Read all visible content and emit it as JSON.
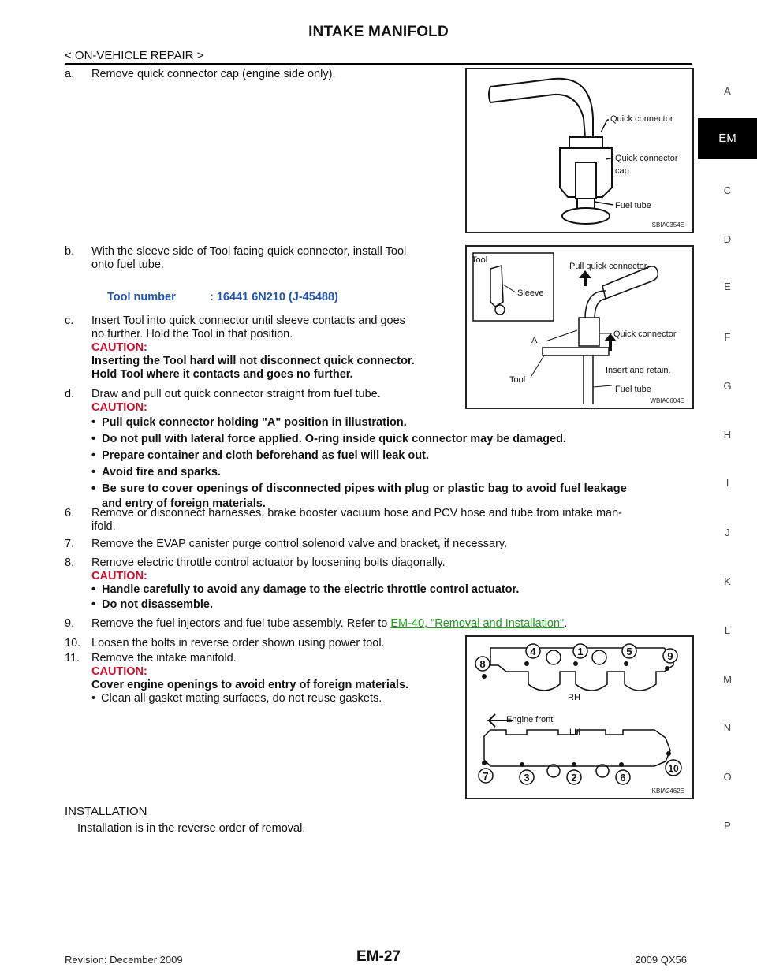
{
  "header": {
    "title": "INTAKE MANIFOLD",
    "breadcrumb": "< ON-VEHICLE REPAIR >"
  },
  "side_tabs": {
    "letters": [
      "A",
      "C",
      "D",
      "E",
      "F",
      "G",
      "H",
      "I",
      "J",
      "K",
      "L",
      "M",
      "N",
      "O",
      "P"
    ],
    "active": "EM"
  },
  "steps": {
    "a": {
      "num": "a.",
      "text": "Remove quick connector cap (engine side only)."
    },
    "b": {
      "num": "b.",
      "line1": "With the sleeve side of Tool facing quick connector, install Tool",
      "line2": "onto fuel tube."
    },
    "tool": {
      "label": "Tool number",
      "value": ": 16441 6N210 (J-45488)"
    },
    "c": {
      "num": "c.",
      "line1": "Insert Tool into quick connector until sleeve contacts and goes",
      "line2": "no further. Hold the Tool in that position.",
      "caution": "CAUTION:",
      "bold1": "Inserting the Tool hard will not disconnect quick connector.",
      "bold2": "Hold Tool where it contacts and goes no further."
    },
    "d": {
      "num": "d.",
      "text": "Draw and pull out quick connector straight from fuel tube.",
      "caution": "CAUTION:",
      "bullets": [
        "Pull quick connector holding \"A\" position in illustration.",
        "Do not pull with lateral force applied. O-ring inside quick connector may be damaged.",
        "Prepare container and cloth beforehand as fuel will leak out.",
        "Avoid fire and sparks.",
        "Be sure to cover openings of disconnected pipes with plug or plastic bag to avoid fuel leakage"
      ],
      "bullet_cont": "and entry of foreign materials."
    },
    "s6": {
      "num": "6.",
      "line1": "Remove or disconnect harnesses, brake booster vacuum hose and PCV hose and tube from intake man-",
      "line2": "ifold."
    },
    "s7": {
      "num": "7.",
      "text": "Remove the EVAP canister purge control solenoid valve and bracket, if necessary."
    },
    "s8": {
      "num": "8.",
      "text": "Remove electric throttle control actuator by loosening bolts diagonally.",
      "caution": "CAUTION:",
      "bullets": [
        "Handle carefully to avoid any damage to the electric throttle control actuator.",
        "Do not disassemble."
      ]
    },
    "s9": {
      "num": "9.",
      "text": "Remove the fuel injectors and fuel tube assembly. Refer to ",
      "link": "EM-40, \"Removal and Installation\"",
      "end": "."
    },
    "s10": {
      "num": "10.",
      "text": "Loosen the bolts in reverse order shown using power tool."
    },
    "s11": {
      "num": "11.",
      "text": "Remove the intake manifold.",
      "caution": "CAUTION:",
      "bold": "Cover engine openings to avoid entry of foreign materials.",
      "note": "Clean all gasket mating surfaces, do not reuse gaskets."
    }
  },
  "installation": {
    "heading": "INSTALLATION",
    "text": "Installation is in the reverse order of removal."
  },
  "figures": {
    "fig1": {
      "code": "SBIA0354E",
      "labels": [
        "Quick connector",
        "Quick connector",
        "cap",
        "Fuel tube"
      ]
    },
    "fig2": {
      "code": "WBIA0604E",
      "labels": [
        "Tool",
        "Sleeve",
        "Pull quick connector.",
        "Quick connector",
        "A",
        "Insert and retain.",
        "Tool",
        "Fuel tube"
      ]
    },
    "fig3": {
      "code": "KBIA2462E",
      "labels": [
        "RH",
        "Engine front",
        "LH"
      ],
      "numbers": [
        "8",
        "4",
        "1",
        "5",
        "9",
        "7",
        "3",
        "2",
        "6",
        "10"
      ]
    }
  },
  "footer": {
    "revision": "Revision: December 2009",
    "page": "EM-27",
    "model": "2009 QX56"
  }
}
